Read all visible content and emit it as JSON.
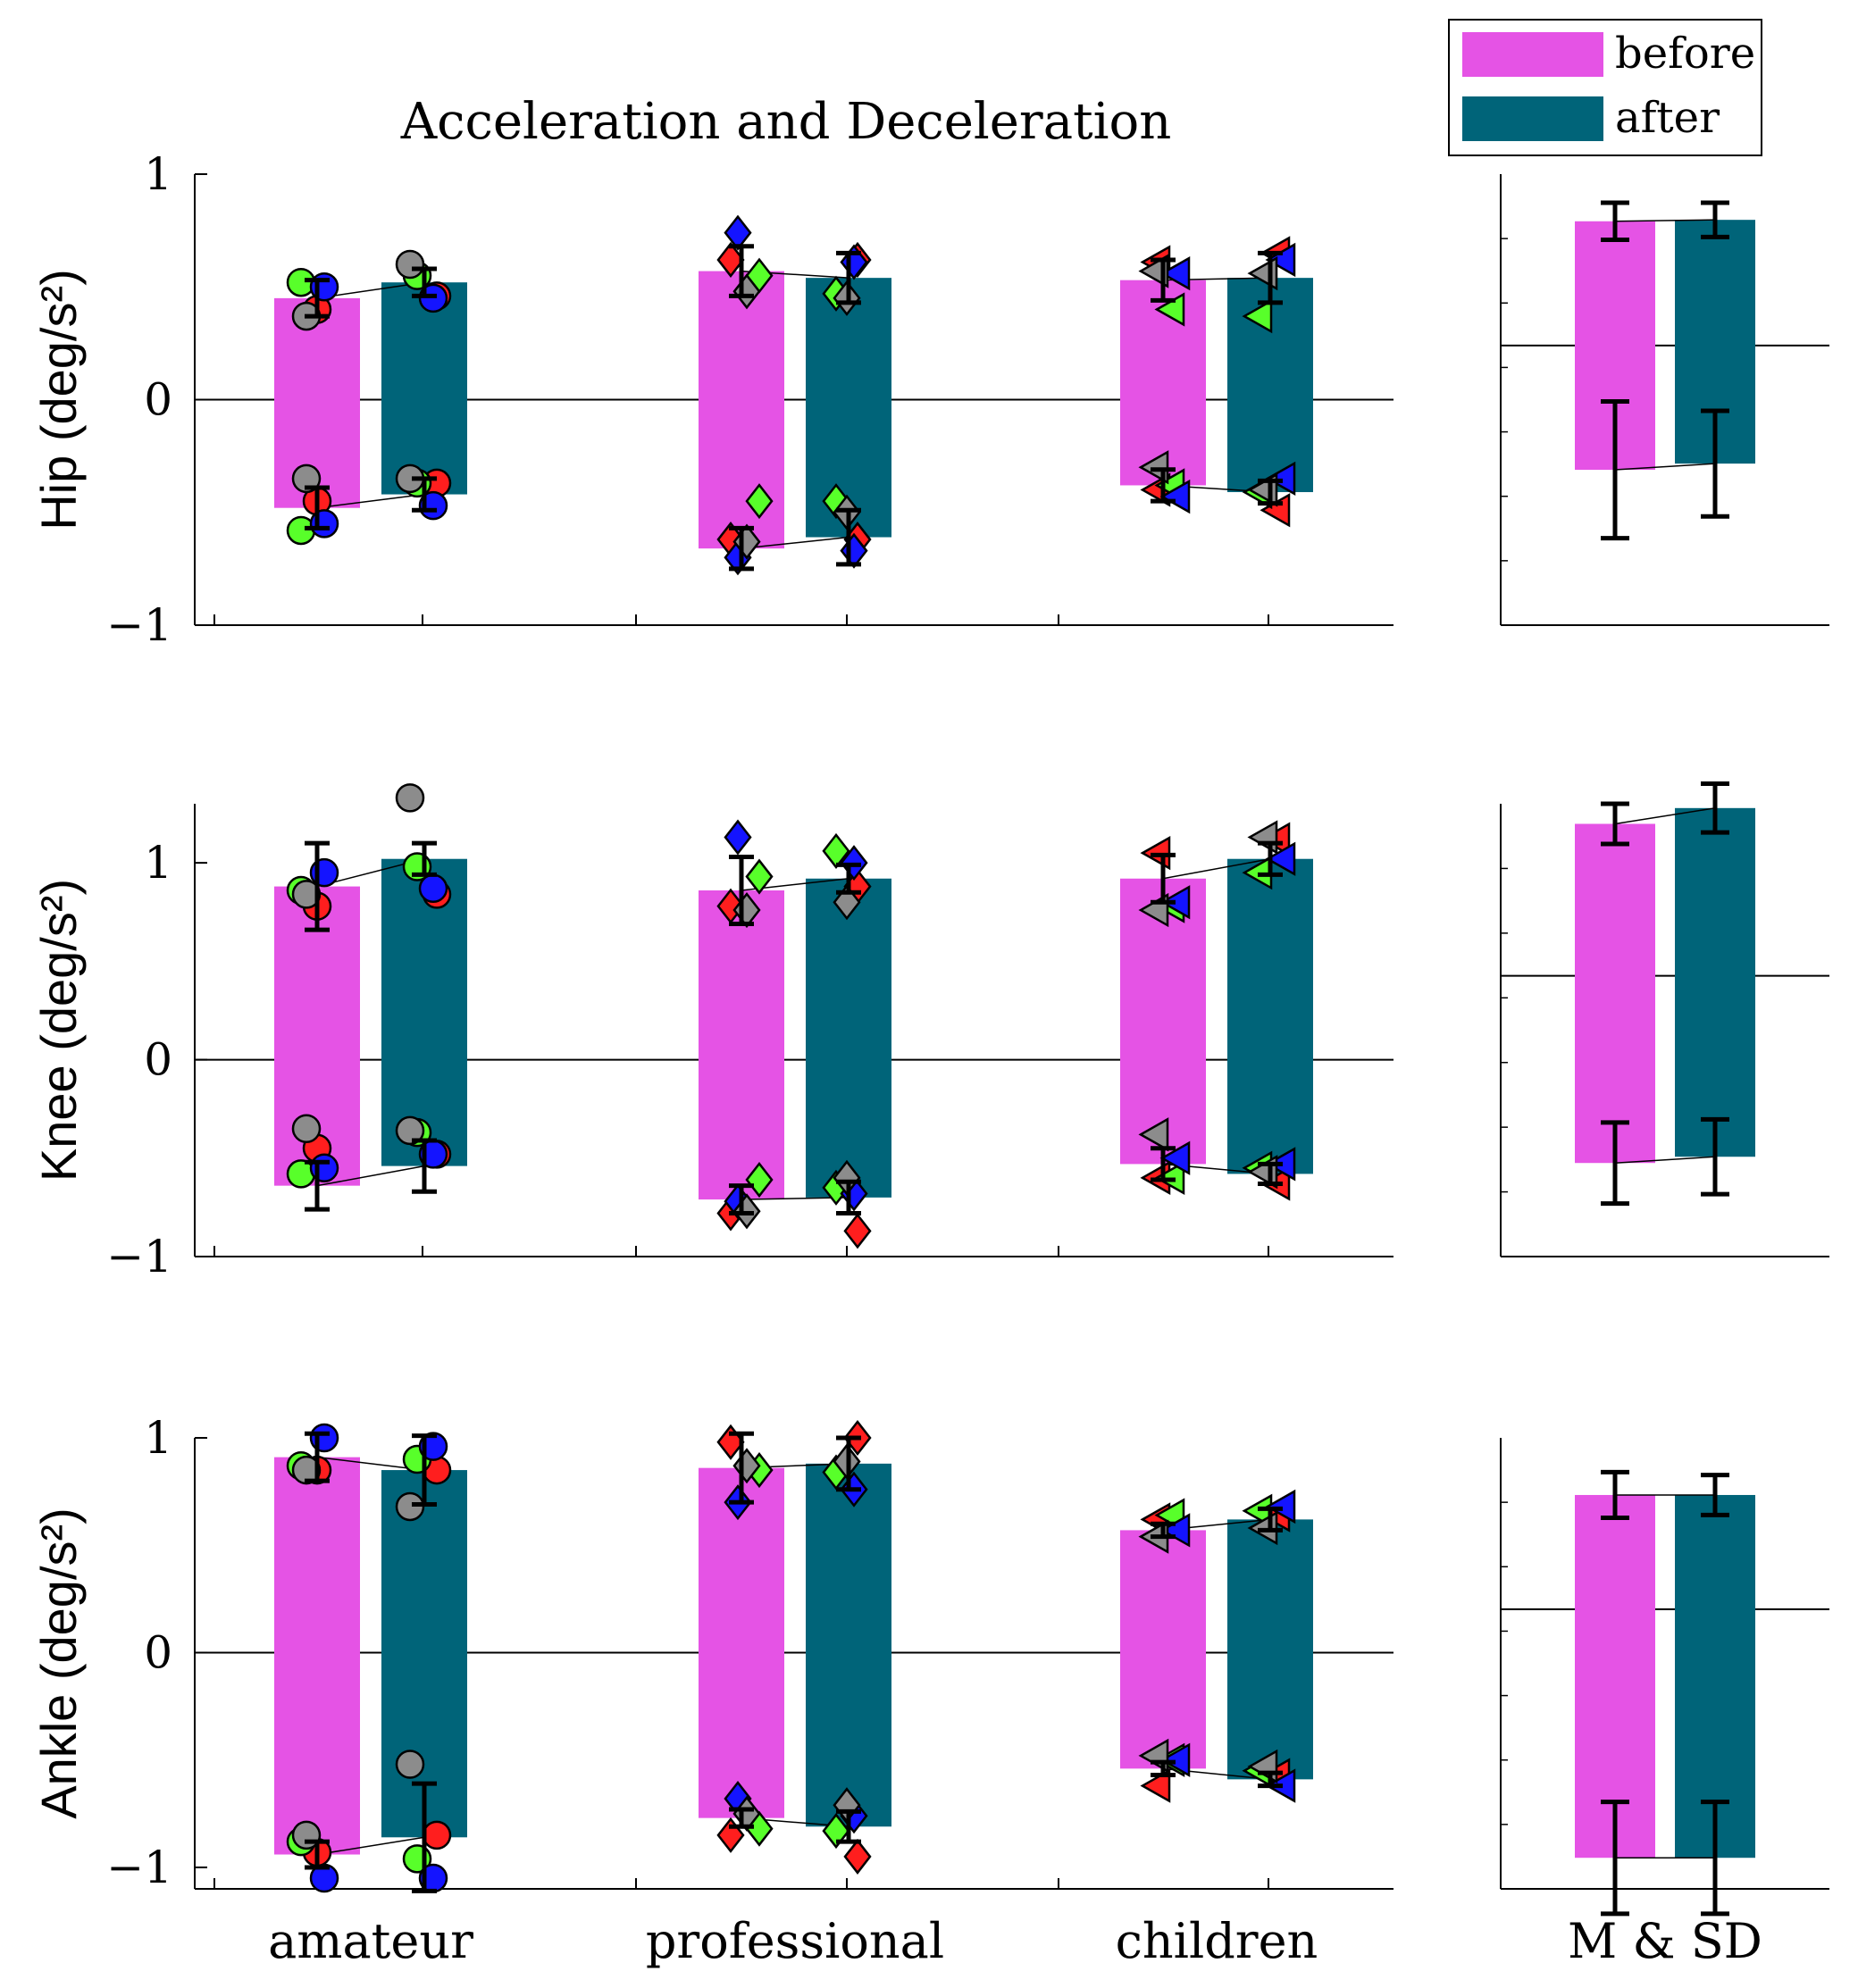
{
  "title": "Acceleration and Deceleration",
  "legend": {
    "placement": "top-right",
    "entries": [
      "before",
      "after"
    ]
  },
  "colors": {
    "before": "#e553e5",
    "after": "#006479",
    "red": "#ff1e1e",
    "green": "#58ff2a",
    "blue": "#1414ff",
    "gray": "#8c8c8c",
    "axis": "#000000"
  },
  "chart_data": [
    {
      "type": "bar",
      "title": "Acceleration and Deceleration",
      "ylabel": "Hip (deg/s²)",
      "ylim": [
        -1,
        1
      ],
      "yticks": [
        -1,
        0,
        1
      ],
      "ytick_labels": [
        "−1",
        "0",
        "1"
      ],
      "categories": [
        "amateur",
        "professional",
        "children"
      ],
      "series": [
        {
          "name": "before",
          "pos": [
            0.45,
            0.57,
            0.53
          ],
          "neg": [
            -0.48,
            -0.66,
            -0.38
          ],
          "err_pos": [
            0.08,
            0.11,
            0.09
          ],
          "err_neg": [
            0.09,
            0.09,
            0.07
          ]
        },
        {
          "name": "after",
          "pos": [
            0.52,
            0.54,
            0.54
          ],
          "neg": [
            -0.42,
            -0.61,
            -0.41
          ],
          "err_pos": [
            0.06,
            0.11,
            0.11
          ],
          "err_neg": [
            0.07,
            0.12,
            0.05
          ]
        }
      ],
      "subjects": {
        "before": [
          {
            "pos": [
              0.4,
              0.62,
              0.61
            ],
            "neg": [
              -0.45,
              -0.62,
              -0.4
            ]
          },
          {
            "pos": [
              0.52,
              0.55,
              0.4
            ],
            "neg": [
              -0.58,
              -0.45,
              -0.38
            ]
          },
          {
            "pos": [
              0.5,
              0.74,
              0.56
            ],
            "neg": [
              -0.55,
              -0.7,
              -0.43
            ]
          },
          {
            "pos": [
              0.37,
              0.48,
              0.57
            ],
            "neg": [
              -0.35,
              -0.63,
              -0.3
            ]
          }
        ],
        "after": [
          {
            "pos": [
              0.46,
              0.62,
              0.65
            ],
            "neg": [
              -0.37,
              -0.62,
              -0.49
            ]
          },
          {
            "pos": [
              0.55,
              0.47,
              0.37
            ],
            "neg": [
              -0.37,
              -0.45,
              -0.41
            ]
          },
          {
            "pos": [
              0.45,
              0.61,
              0.62
            ],
            "neg": [
              -0.47,
              -0.67,
              -0.35
            ]
          },
          {
            "pos": [
              0.6,
              0.45,
              0.56
            ],
            "neg": [
              -0.35,
              -0.5,
              -0.4
            ]
          }
        ]
      },
      "summary": {
        "categories": [
          "M & SD"
        ],
        "before": {
          "pos": 0.87,
          "neg": -0.4,
          "err_pos": 0.13,
          "err_neg": 0.22
        },
        "after": {
          "pos": 0.88,
          "neg": -0.38,
          "err_pos": 0.12,
          "err_neg": 0.17
        }
      }
    },
    {
      "type": "bar",
      "ylabel": "Knee (deg/s²)",
      "ylim": [
        -1,
        1.3
      ],
      "yticks": [
        -1,
        0,
        1
      ],
      "ytick_labels": [
        "−1",
        "0",
        "1"
      ],
      "categories": [
        "amateur",
        "professional",
        "children"
      ],
      "series": [
        {
          "name": "before",
          "pos": [
            0.88,
            0.86,
            0.92
          ],
          "neg": [
            -0.64,
            -0.71,
            -0.53
          ],
          "err_pos": [
            0.22,
            0.17,
            0.12
          ],
          "err_neg": [
            0.12,
            0.07,
            0.08
          ]
        },
        {
          "name": "after",
          "pos": [
            1.02,
            0.92,
            1.02
          ],
          "neg": [
            -0.54,
            -0.7,
            -0.58
          ],
          "err_pos": [
            0.08,
            0.07,
            0.08
          ],
          "err_neg": [
            0.13,
            0.08,
            0.05
          ]
        }
      ],
      "subjects": {
        "before": [
          {
            "pos": [
              0.78,
              0.78,
              1.05
            ],
            "neg": [
              -0.45,
              -0.78,
              -0.6
            ]
          },
          {
            "pos": [
              0.86,
              0.93,
              0.78
            ],
            "neg": [
              -0.58,
              -0.61,
              -0.6
            ]
          },
          {
            "pos": [
              0.95,
              1.13,
              0.8
            ],
            "neg": [
              -0.55,
              -0.72,
              -0.5
            ]
          },
          {
            "pos": [
              0.84,
              0.76,
              0.76
            ],
            "neg": [
              -0.35,
              -0.77,
              -0.38
            ]
          }
        ],
        "after": [
          {
            "pos": [
              0.84,
              0.88,
              1.12
            ],
            "neg": [
              -0.48,
              -0.87,
              -0.63
            ]
          },
          {
            "pos": [
              0.98,
              1.06,
              0.95
            ],
            "neg": [
              -0.37,
              -0.65,
              -0.55
            ]
          },
          {
            "pos": [
              0.87,
              1.0,
              1.02
            ],
            "neg": [
              -0.48,
              -0.68,
              -0.53
            ]
          },
          {
            "pos": [
              1.33,
              0.8,
              1.13
            ],
            "neg": [
              -0.36,
              -0.6,
              -0.57
            ]
          }
        ]
      },
      "summary": {
        "categories": [
          "M & SD"
        ],
        "before": {
          "pos": 1.06,
          "neg": -0.6,
          "err_pos": 0.14,
          "err_neg": 0.13
        },
        "after": {
          "pos": 1.17,
          "neg": -0.58,
          "err_pos": 0.17,
          "err_neg": 0.12
        }
      }
    },
    {
      "type": "bar",
      "ylabel": "Ankle (deg/s²)",
      "ylim": [
        -1.1,
        1.0
      ],
      "yticks": [
        -1,
        0,
        1
      ],
      "ytick_labels": [
        "−1",
        "0",
        "1"
      ],
      "categories": [
        "amateur",
        "professional",
        "children"
      ],
      "series": [
        {
          "name": "before",
          "pos": [
            0.91,
            0.86,
            0.57
          ],
          "neg": [
            -0.94,
            -0.77,
            -0.54
          ],
          "err_pos": [
            0.11,
            0.16,
            0.03
          ],
          "err_neg": [
            0.06,
            0.04,
            0.03
          ]
        },
        {
          "name": "after",
          "pos": [
            0.85,
            0.88,
            0.62
          ],
          "neg": [
            -0.86,
            -0.81,
            -0.59
          ],
          "err_pos": [
            0.16,
            0.12,
            0.05
          ],
          "err_neg": [
            0.25,
            0.07,
            0.03
          ]
        }
      ],
      "subjects": {
        "before": [
          {
            "pos": [
              0.85,
              0.98,
              0.62
            ],
            "neg": [
              -0.93,
              -0.85,
              -0.62
            ]
          },
          {
            "pos": [
              0.87,
              0.85,
              0.64
            ],
            "neg": [
              -0.88,
              -0.82,
              -0.5
            ]
          },
          {
            "pos": [
              1.0,
              0.7,
              0.57
            ],
            "neg": [
              -1.05,
              -0.68,
              -0.5
            ]
          },
          {
            "pos": [
              0.85,
              0.87,
              0.54
            ],
            "neg": [
              -0.85,
              -0.75,
              -0.48
            ]
          }
        ],
        "after": [
          {
            "pos": [
              0.85,
              1.0,
              0.64
            ],
            "neg": [
              -0.85,
              -0.95,
              -0.57
            ]
          },
          {
            "pos": [
              0.9,
              0.84,
              0.66
            ],
            "neg": [
              -0.96,
              -0.83,
              -0.55
            ]
          },
          {
            "pos": [
              0.96,
              0.76,
              0.68
            ],
            "neg": [
              -1.05,
              -0.76,
              -0.62
            ]
          },
          {
            "pos": [
              0.68,
              0.89,
              0.58
            ],
            "neg": [
              -0.52,
              -0.71,
              -0.53
            ]
          }
        ]
      },
      "summary": {
        "categories": [
          "M & SD"
        ],
        "before": {
          "pos": 0.8,
          "neg": -0.8,
          "err_pos": 0.16,
          "err_neg": 0.18
        },
        "after": {
          "pos": 0.8,
          "neg": -0.8,
          "err_pos": 0.14,
          "err_neg": 0.18
        }
      }
    }
  ]
}
